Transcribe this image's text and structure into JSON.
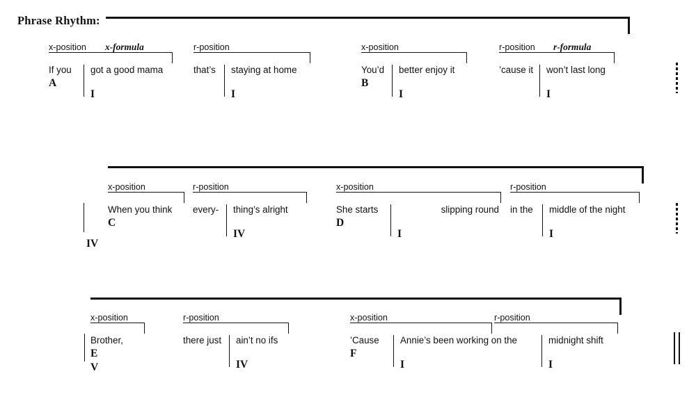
{
  "title": "Phrase Rhythm:",
  "labels": {
    "x_position": "x-position",
    "r_position": "r-position",
    "x_formula": "x-formula",
    "r_formula": "r-formula"
  },
  "rows": [
    {
      "id": "row-1",
      "barline": "dashed",
      "units": [
        {
          "id": "unit-A",
          "position_label": "x-position",
          "formula_label": "x-formula",
          "lead_bar": false,
          "lead_annotation": "",
          "cells": [
            {
              "text": "If you",
              "annotation": "A",
              "divider": false,
              "align": "left"
            },
            {
              "text": "got a good mama",
              "annotation": "I",
              "divider": true,
              "align": "left"
            }
          ]
        },
        {
          "id": "unit-A2",
          "position_label": "r-position",
          "formula_label": "",
          "lead_bar": false,
          "lead_annotation": "",
          "cells": [
            {
              "text": "that’s",
              "annotation": "",
              "divider": false,
              "align": "left"
            },
            {
              "text": "staying at home",
              "annotation": "I",
              "divider": true,
              "align": "left"
            }
          ]
        },
        {
          "id": "unit-B",
          "position_label": "x-position",
          "formula_label": "",
          "lead_bar": false,
          "lead_annotation": "",
          "cells": [
            {
              "text": "You’d",
              "annotation": "B",
              "divider": false,
              "align": "left"
            },
            {
              "text": "better enjoy it",
              "annotation": "I",
              "divider": true,
              "align": "left"
            }
          ]
        },
        {
          "id": "unit-B2",
          "position_label": "r-position",
          "formula_label": "r-formula",
          "lead_bar": false,
          "lead_annotation": "",
          "cells": [
            {
              "text": "’cause it",
              "annotation": "",
              "divider": false,
              "align": "left"
            },
            {
              "text": "won’t last long",
              "annotation": "I",
              "divider": true,
              "align": "left"
            }
          ]
        }
      ]
    },
    {
      "id": "row-2",
      "barline": "dashed",
      "units": [
        {
          "id": "unit-C",
          "position_label": "x-position",
          "formula_label": "",
          "lead_bar": true,
          "lead_annotation": "IV",
          "cells": [
            {
              "text": "When you think",
              "annotation": "C",
              "divider": false,
              "align": "left"
            }
          ]
        },
        {
          "id": "unit-C2",
          "position_label": "r-position",
          "formula_label": "",
          "lead_bar": false,
          "lead_annotation": "",
          "cells": [
            {
              "text": "every-",
              "annotation": "",
              "divider": false,
              "align": "left"
            },
            {
              "text": "thing’s alright",
              "annotation": "IV",
              "divider": true,
              "align": "left"
            }
          ]
        },
        {
          "id": "unit-D",
          "position_label": "x-position",
          "formula_label": "",
          "lead_bar": false,
          "lead_annotation": "",
          "cells": [
            {
              "text": "She starts",
              "annotation": "D",
              "divider": false,
              "align": "left"
            },
            {
              "text": "slipping round",
              "annotation": "I",
              "divider": true,
              "align": "right"
            }
          ]
        },
        {
          "id": "unit-D2",
          "position_label": "r-position",
          "formula_label": "",
          "lead_bar": false,
          "lead_annotation": "",
          "cells": [
            {
              "text": "in the",
              "annotation": "",
              "divider": false,
              "align": "left"
            },
            {
              "text": "middle of the night",
              "annotation": "I",
              "divider": true,
              "align": "left"
            }
          ]
        }
      ]
    },
    {
      "id": "row-3",
      "barline": "double",
      "units": [
        {
          "id": "unit-E",
          "position_label": "x-position",
          "formula_label": "",
          "lead_bar": true,
          "lead_annotation": "",
          "cells": [
            {
              "text": "Brother,",
              "annotation": "E",
              "annotation2": "V",
              "divider": false,
              "align": "left"
            }
          ]
        },
        {
          "id": "unit-E2",
          "position_label": "r-position",
          "formula_label": "",
          "lead_bar": false,
          "lead_annotation": "",
          "cells": [
            {
              "text": "there just",
              "annotation": "",
              "divider": false,
              "align": "left"
            },
            {
              "text": "ain’t no ifs",
              "annotation": "IV",
              "divider": true,
              "align": "left"
            }
          ]
        },
        {
          "id": "unit-F",
          "position_label": "x-position",
          "formula_label": "",
          "lead_bar": false,
          "lead_annotation": "",
          "cells": [
            {
              "text": "’Cause",
              "annotation": "F",
              "divider": false,
              "align": "left"
            },
            {
              "text": "Annie’s been working on the",
              "annotation": "I",
              "divider": true,
              "align": "left"
            }
          ]
        },
        {
          "id": "unit-F2",
          "position_label": "r-position",
          "formula_label": "",
          "lead_bar": false,
          "lead_annotation": "",
          "cells": [
            {
              "text": "",
              "annotation": "",
              "divider": false,
              "align": "left"
            },
            {
              "text": "midnight shift",
              "annotation": "I",
              "divider": true,
              "align": "left"
            }
          ]
        }
      ]
    }
  ],
  "colors": {
    "ink": "#111111",
    "paper": "#ffffff"
  }
}
